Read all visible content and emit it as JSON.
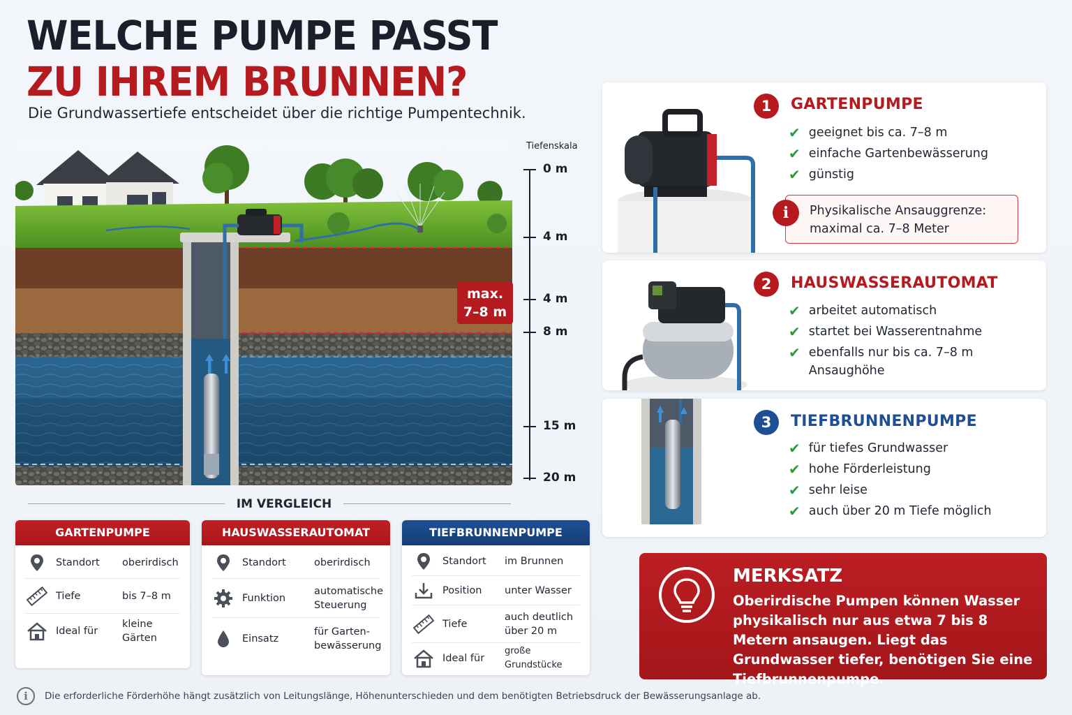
{
  "header": {
    "title_line1": "WELCHE PUMPE PASST",
    "title_line2": "ZU IHREM BRUNNEN?",
    "subtitle": "Die Grundwassertiefe entscheidet über die richtige Pumpentechnik."
  },
  "depth_scale": {
    "title": "Tiefenskala",
    "labels": [
      "0 m",
      "4 m",
      "4 m",
      "8 m",
      "15 m",
      "20 m"
    ],
    "max_badge_line1": "max.",
    "max_badge_line2": "7–8 m"
  },
  "compare": {
    "title": "IM VERGLEICH",
    "cards": [
      {
        "title": "GARTENPUMPE",
        "rows": [
          {
            "icon": "location-pin-icon",
            "key": "Standort",
            "value": "oberirdisch"
          },
          {
            "icon": "ruler-icon",
            "key": "Tiefe",
            "value": "bis 7–8 m"
          },
          {
            "icon": "house-icon",
            "key": "Ideal für",
            "value": "kleine Gärten"
          }
        ]
      },
      {
        "title": "HAUSWASSERAUTOMAT",
        "rows": [
          {
            "icon": "location-pin-icon",
            "key": "Standort",
            "value": "oberirdisch"
          },
          {
            "icon": "gear-icon",
            "key": "Funktion",
            "value": "automatische Steuerung"
          },
          {
            "icon": "water-drop-icon",
            "key": "Einsatz",
            "value": "für Garten-bewässerung"
          }
        ]
      },
      {
        "title": "TIEFBRUNNENPUMPE",
        "rows": [
          {
            "icon": "location-pin-icon",
            "key": "Standort",
            "value": "im Brunnen"
          },
          {
            "icon": "download-icon",
            "key": "Position",
            "value": "unter Wasser"
          },
          {
            "icon": "ruler-icon",
            "key": "Tiefe",
            "value": "auch deutlich über 20 m"
          },
          {
            "icon": "house-icon",
            "key": "Ideal für",
            "value": "große Grundstücke"
          }
        ]
      }
    ]
  },
  "pumps": [
    {
      "number": "1",
      "title": "GARTENPUMPE",
      "points": [
        "geeignet bis ca. 7–8 m",
        "einfache Gartenbewässerung",
        "günstig"
      ],
      "note_line1": "Physikalische Ansauggrenze:",
      "note_line2": "maximal ca. 7–8 Meter"
    },
    {
      "number": "2",
      "title": "HAUSWASSERAUTOMAT",
      "points": [
        "arbeitet automatisch",
        "startet bei Wasserentnahme",
        "ebenfalls nur bis ca. 7–8 m Ansaughöhe"
      ]
    },
    {
      "number": "3",
      "title": "TIEFBRUNNENPUMPE",
      "points": [
        "für tiefes Grundwasser",
        "hohe Förderleistung",
        "sehr leise",
        "auch über 20 m Tiefe möglich"
      ]
    }
  ],
  "merksatz": {
    "title": "MERKSATZ",
    "text": "Oberirdische Pumpen können Wasser physikalisch nur aus etwa 7 bis 8 Metern ansaugen. Liegt das Grundwasser tiefer, benötigen Sie eine Tiefbrunnenpumpe."
  },
  "footer": {
    "text": "Die erforderliche Förderhöhe hängt zusätzlich von Leitungslänge, Höhenunterschieden und dem benötigten Betriebsdruck der Bewässerungsanlage ab."
  },
  "colors": {
    "accent_red": "#b51a1e",
    "accent_blue": "#1e4f94",
    "check_green": "#2e9b3b"
  }
}
